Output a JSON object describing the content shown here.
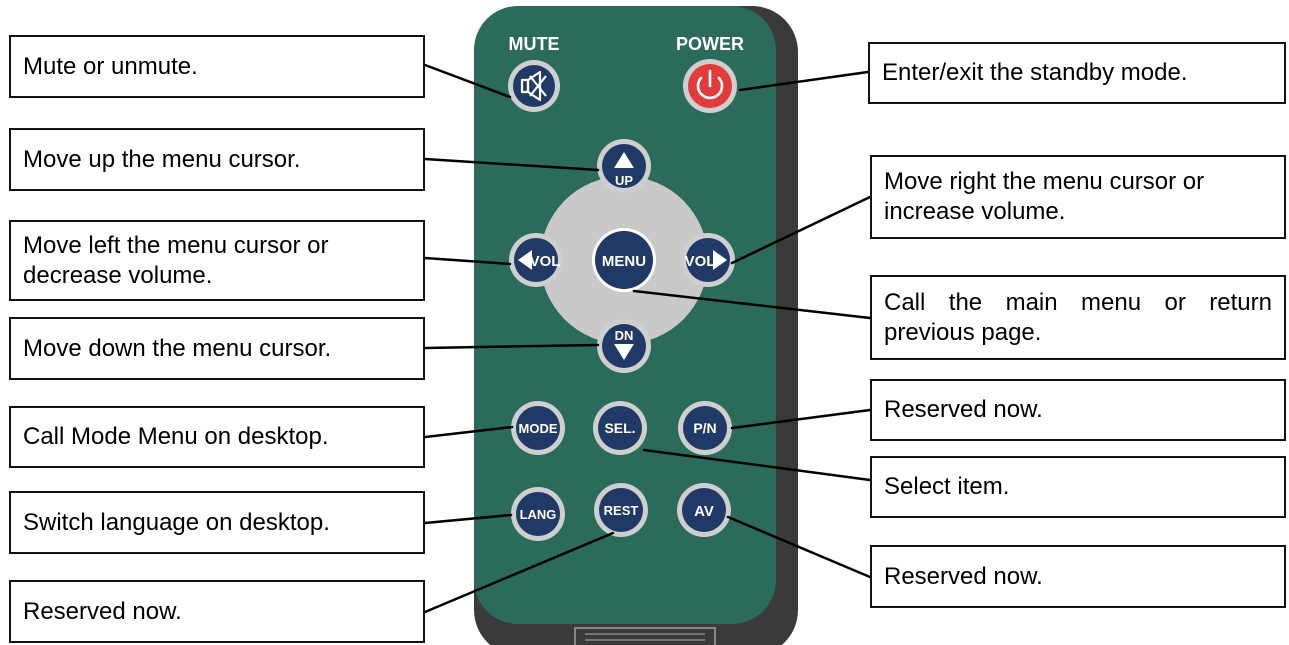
{
  "remote": {
    "body_color": "#2a6b5c",
    "frame_color": "#3a3a3a",
    "button_color": "#213966",
    "power_color": "#e23b3b",
    "ring_color": "#c9c9c9",
    "labels": {
      "mute": "MUTE",
      "power": "POWER",
      "up": "UP",
      "dn": "DN",
      "vol_left": "VOL",
      "vol_right": "VOL",
      "menu": "MENU",
      "mode": "MODE",
      "sel": "SEL.",
      "pn": "P/N",
      "lang": "LANG",
      "rest": "REST",
      "av": "AV"
    },
    "icons": {
      "mute": "speaker-mute-icon",
      "power": "power-icon",
      "up": "triangle-up-icon",
      "dn": "triangle-down-icon",
      "vol_left": "triangle-left-icon",
      "vol_right": "triangle-right-icon"
    }
  },
  "callouts": {
    "mute": "Mute or unmute.",
    "power": "Enter/exit the standby mode.",
    "up": "Move up the menu cursor.",
    "right": "Move right the menu cursor or increase volume.",
    "left": "Move left the menu cursor or decrease volume.",
    "menu": "Call the main menu or return previous page.",
    "down": "Move down the menu cursor.",
    "mode": "Call Mode Menu on desktop.",
    "pn": "Reserved now.",
    "sel": "Select item.",
    "lang": "Switch language on desktop.",
    "av": "Reserved now.",
    "rest": "Reserved now."
  }
}
